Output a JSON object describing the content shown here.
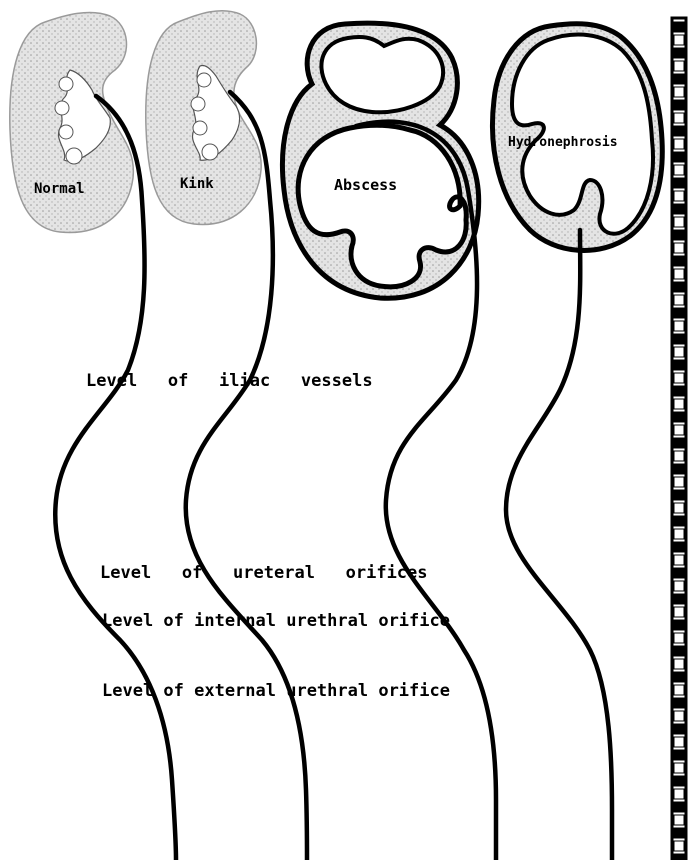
{
  "kidneys": [
    {
      "label": "Normal"
    },
    {
      "label": "Kink"
    },
    {
      "label": "Abscess"
    },
    {
      "label": "Hydronephrosis"
    }
  ],
  "levels": [
    {
      "label": "Level   of   iliac   vessels"
    },
    {
      "label": "Level   of   ureteral   orifices"
    },
    {
      "label": "Level of internal urethral orifice"
    },
    {
      "label": "Level of external urethral orifice"
    }
  ],
  "colors": {
    "ink": "#000000",
    "tissue": "#d0d0d0",
    "paper": "#ffffff"
  }
}
